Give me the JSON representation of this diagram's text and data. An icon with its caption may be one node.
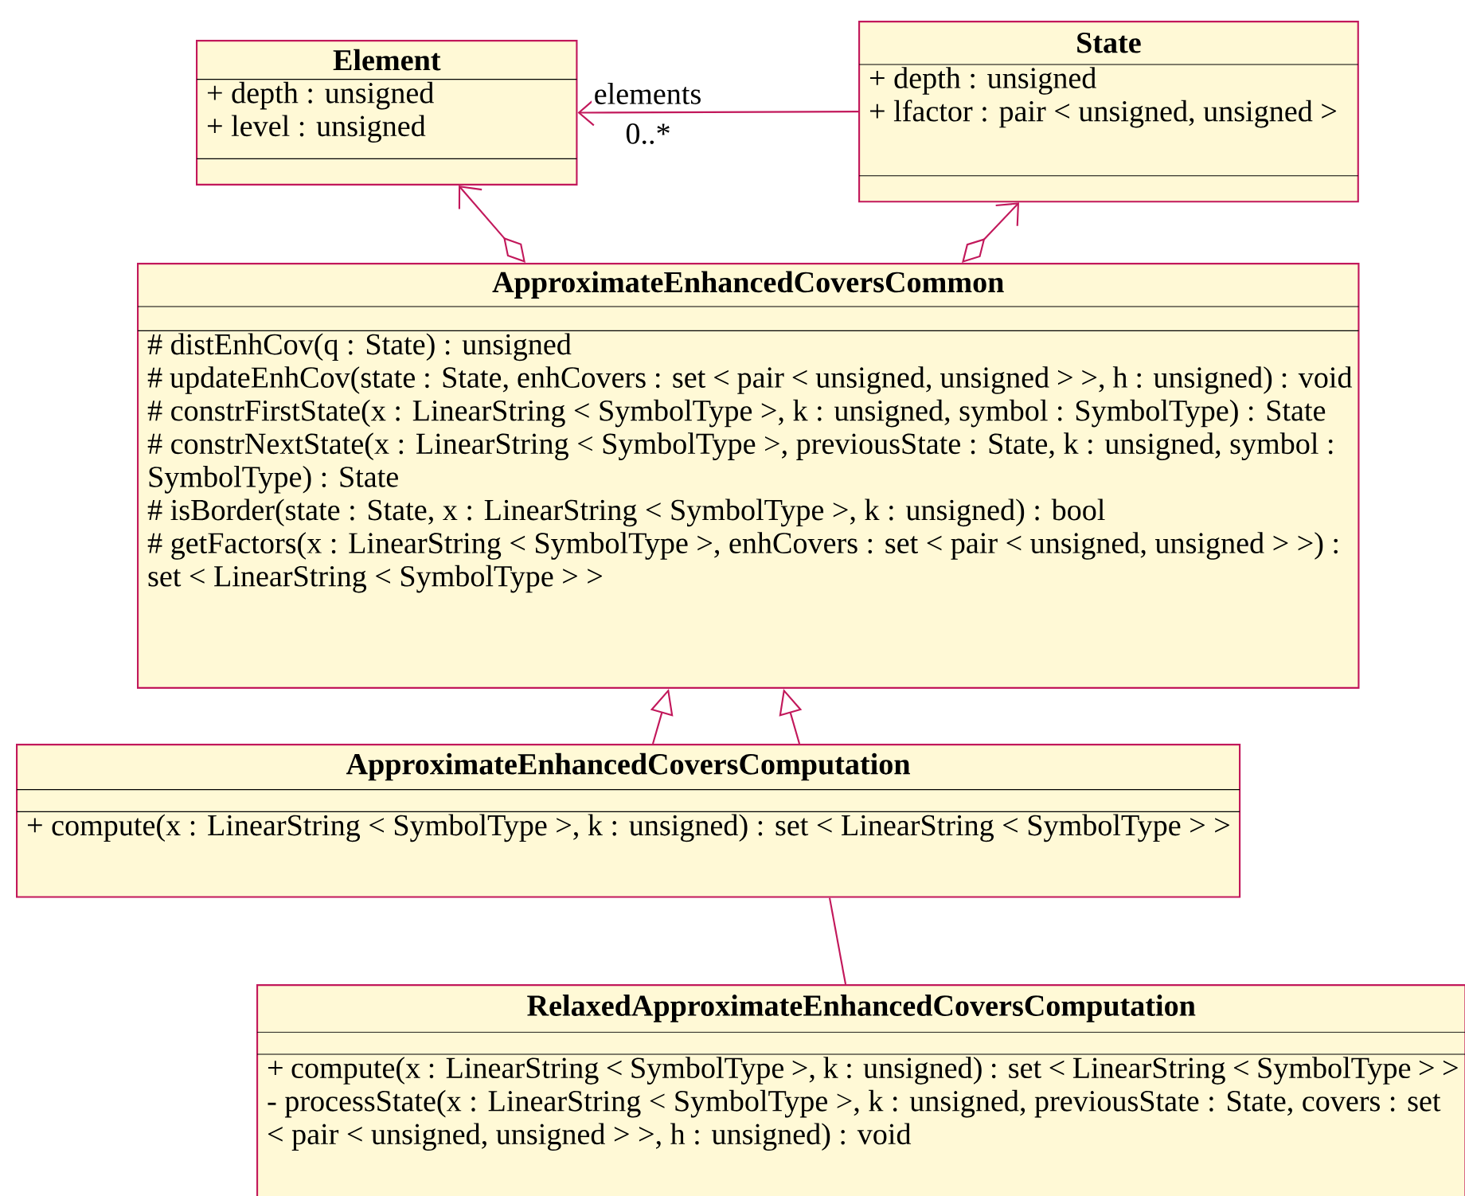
{
  "diagram": {
    "nodes": [
      {
        "text": [
          "Element",
          "+ depth : unsigned",
          "+ level : unsigned"
        ]
      },
      {
        "text": [
          "State",
          "+ depth : unsigned",
          "+ lfactor : pair < unsigned, unsigned >"
        ]
      },
      {
        "text": [
          "ApproximateEnhancedCoversCommon",
          "# distEnhCov(q : State) : unsigned",
          "# updateEnhCov(state : State, enhCovers : set < pair < unsigned, unsigned > >, h : unsigned) : void",
          "# constrFirstState(x : LinearString < SymbolType >, k : unsigned, symbol : SymbolType) : State",
          "# constrNextState(x : LinearString < SymbolType >, previousState : State, k : unsigned, symbol : SymbolType) : State",
          "# isBorder(state : State, x : LinearString < SymbolType >, k : unsigned) : bool",
          "# getFactors(x : LinearString < SymbolType >, enhCovers : set < pair < unsigned, unsigned > >) : set < LinearString < SymbolType > >"
        ]
      },
      {
        "text": [
          "ApproximateEnhancedCoversComputation",
          "+ compute(x : LinearString < SymbolType >, k : unsigned) : set < LinearString < SymbolType > >"
        ]
      },
      {
        "text": [
          "RelaxedApproximateEnhancedCoversComputation",
          "+ compute(x : LinearString < SymbolType >, k : unsigned) : set < LinearString < SymbolType > >",
          "- processState(x : LinearString < SymbolType >, k : unsigned, previousState : State, covers : set < pair < unsigned, unsigned > >, h : unsigned) : void"
        ]
      }
    ],
    "edges": [
      {
        "from": 1,
        "to": 0,
        "arrow": "to",
        "label": "elements"
      },
      {
        "from": 2,
        "to": 0,
        "arrow": "to"
      },
      {
        "from": 2,
        "to": 1,
        "arrow": "to"
      },
      {
        "from": 3,
        "to": 2,
        "arrow": "to"
      },
      {
        "from": 3,
        "to": 2,
        "arrow": "to"
      },
      {
        "from": 4,
        "to": 3,
        "arrow": "none"
      }
    ],
    "labels": [
      "0..*"
    ]
  }
}
